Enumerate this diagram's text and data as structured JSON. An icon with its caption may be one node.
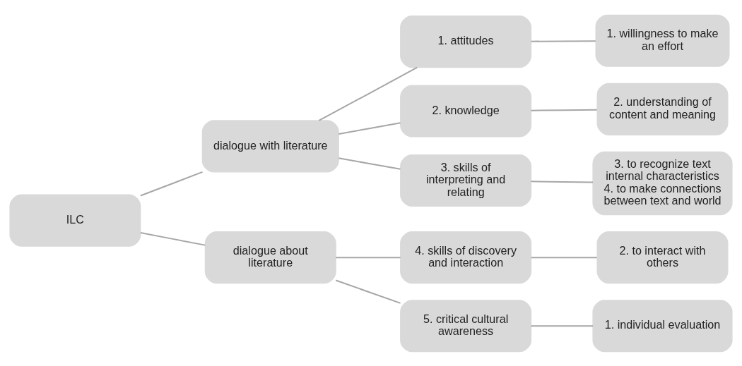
{
  "diagram": {
    "nodes": [
      {
        "text": [
          "ILC"
        ]
      },
      {
        "text": [
          "dialogue with literature"
        ]
      },
      {
        "text": [
          "dialogue about literature"
        ]
      },
      {
        "text": [
          "1. attitudes"
        ]
      },
      {
        "text": [
          "2. knowledge"
        ]
      },
      {
        "text": [
          "3. skills of interpreting and relating"
        ]
      },
      {
        "text": [
          "4. skills of discovery and interaction"
        ]
      },
      {
        "text": [
          "5. critical cultural awareness"
        ]
      },
      {
        "text": [
          "1. willingness to make an effort"
        ]
      },
      {
        "text": [
          "2. understanding of content and meaning"
        ]
      },
      {
        "text": [
          "3. to recognize text internal characteristics",
          "4. to make connections between text and world"
        ]
      },
      {
        "text": [
          "1. individual evaluation"
        ]
      },
      {
        "text": [
          "2. to interact with others"
        ]
      }
    ],
    "edges": [
      {
        "from": 0,
        "to": 1,
        "arrow": "none"
      },
      {
        "from": 0,
        "to": 2,
        "arrow": "none"
      },
      {
        "from": 1,
        "to": 3,
        "arrow": "none"
      },
      {
        "from": 1,
        "to": 4,
        "arrow": "none"
      },
      {
        "from": 1,
        "to": 5,
        "arrow": "none"
      },
      {
        "from": 2,
        "to": 6,
        "arrow": "none"
      },
      {
        "from": 2,
        "to": 7,
        "arrow": "none"
      },
      {
        "from": 3,
        "to": 8,
        "arrow": "none"
      },
      {
        "from": 4,
        "to": 9,
        "arrow": "none"
      },
      {
        "from": 5,
        "to": 10,
        "arrow": "none"
      },
      {
        "from": 6,
        "to": 12,
        "arrow": "none"
      },
      {
        "from": 7,
        "to": 11,
        "arrow": "none"
      }
    ]
  }
}
